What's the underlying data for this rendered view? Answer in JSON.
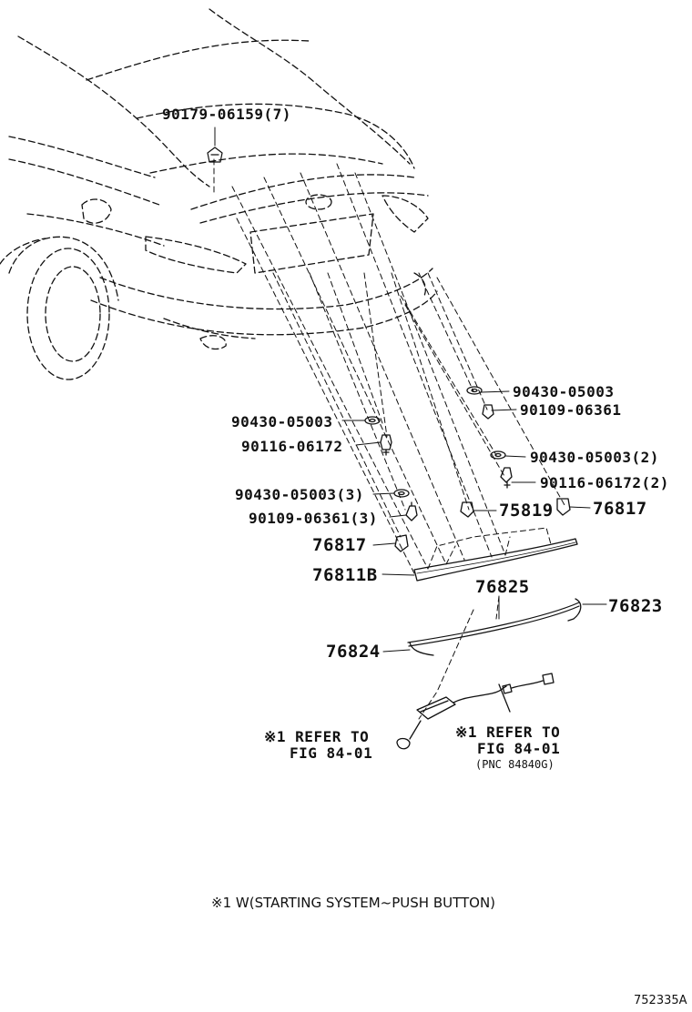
{
  "labels": {
    "p90179": "90179-06159(7)",
    "p90430_a": "90430-05003",
    "p90109_a": "90109-06361",
    "p90430_b": "90430-05003",
    "p90116_a": "90116-06172",
    "p90430_c": "90430-05003(2)",
    "p90116_b": "90116-06172(2)",
    "p90430_d": "90430-05003(3)",
    "p75819": "75819",
    "p76817_a": "76817",
    "p90109_b": "90109-06361(3)",
    "p76817_b": "76817",
    "p76811B": "76811B",
    "p76825": "76825",
    "p76823": "76823",
    "p76824": "76824"
  },
  "refs": {
    "left_line1": "※1 REFER TO",
    "left_line2": "FIG 84-01",
    "right_line1": "※1 REFER TO",
    "right_line2": "FIG 84-01",
    "right_line3": "(PNC 84840G)"
  },
  "footnote": "※1 W(STARTING SYSTEM~PUSH BUTTON)",
  "illustration_code": "752335A",
  "colors": {
    "line": "#111111",
    "background": "#ffffff"
  }
}
